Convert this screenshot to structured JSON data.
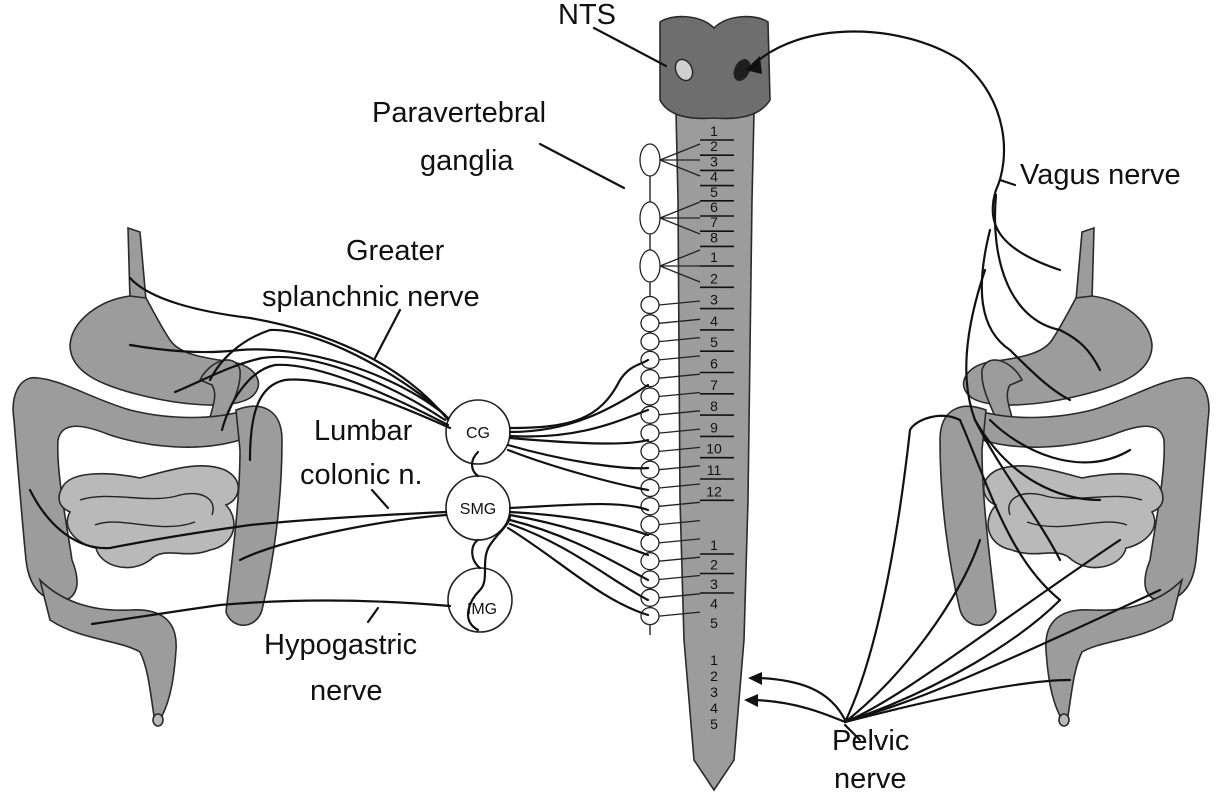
{
  "labels": {
    "nts": "NTS",
    "paravertebral_line1": "Paravertebral",
    "paravertebral_line2": "ganglia",
    "vagus": "Vagus nerve",
    "greater_line1": "Greater",
    "greater_line2": "splanchnic nerve",
    "lumbar_line1": "Lumbar",
    "lumbar_line2": "colonic n.",
    "hypogastric_line1": "Hypogastric",
    "hypogastric_line2": "nerve",
    "pelvic_line1": "Pelvic",
    "pelvic_line2": "nerve"
  },
  "ganglia": {
    "cg": "CG",
    "smg": "SMG",
    "img": "IMG"
  },
  "spinal_segments": {
    "thoracic_upper": [
      "1",
      "2",
      "3",
      "4",
      "5",
      "6",
      "7",
      "8"
    ],
    "thoracic_lower": [
      "1",
      "2",
      "3",
      "4",
      "5",
      "6",
      "7",
      "8",
      "9",
      "10",
      "11",
      "12"
    ],
    "lumbar": [
      "1",
      "2",
      "3",
      "4",
      "5"
    ],
    "sacral": [
      "1",
      "2",
      "3",
      "4",
      "5"
    ]
  },
  "colors": {
    "cord": "#9c9c9c",
    "brainstem": "#6e6e6e",
    "nerve": "#111111"
  }
}
